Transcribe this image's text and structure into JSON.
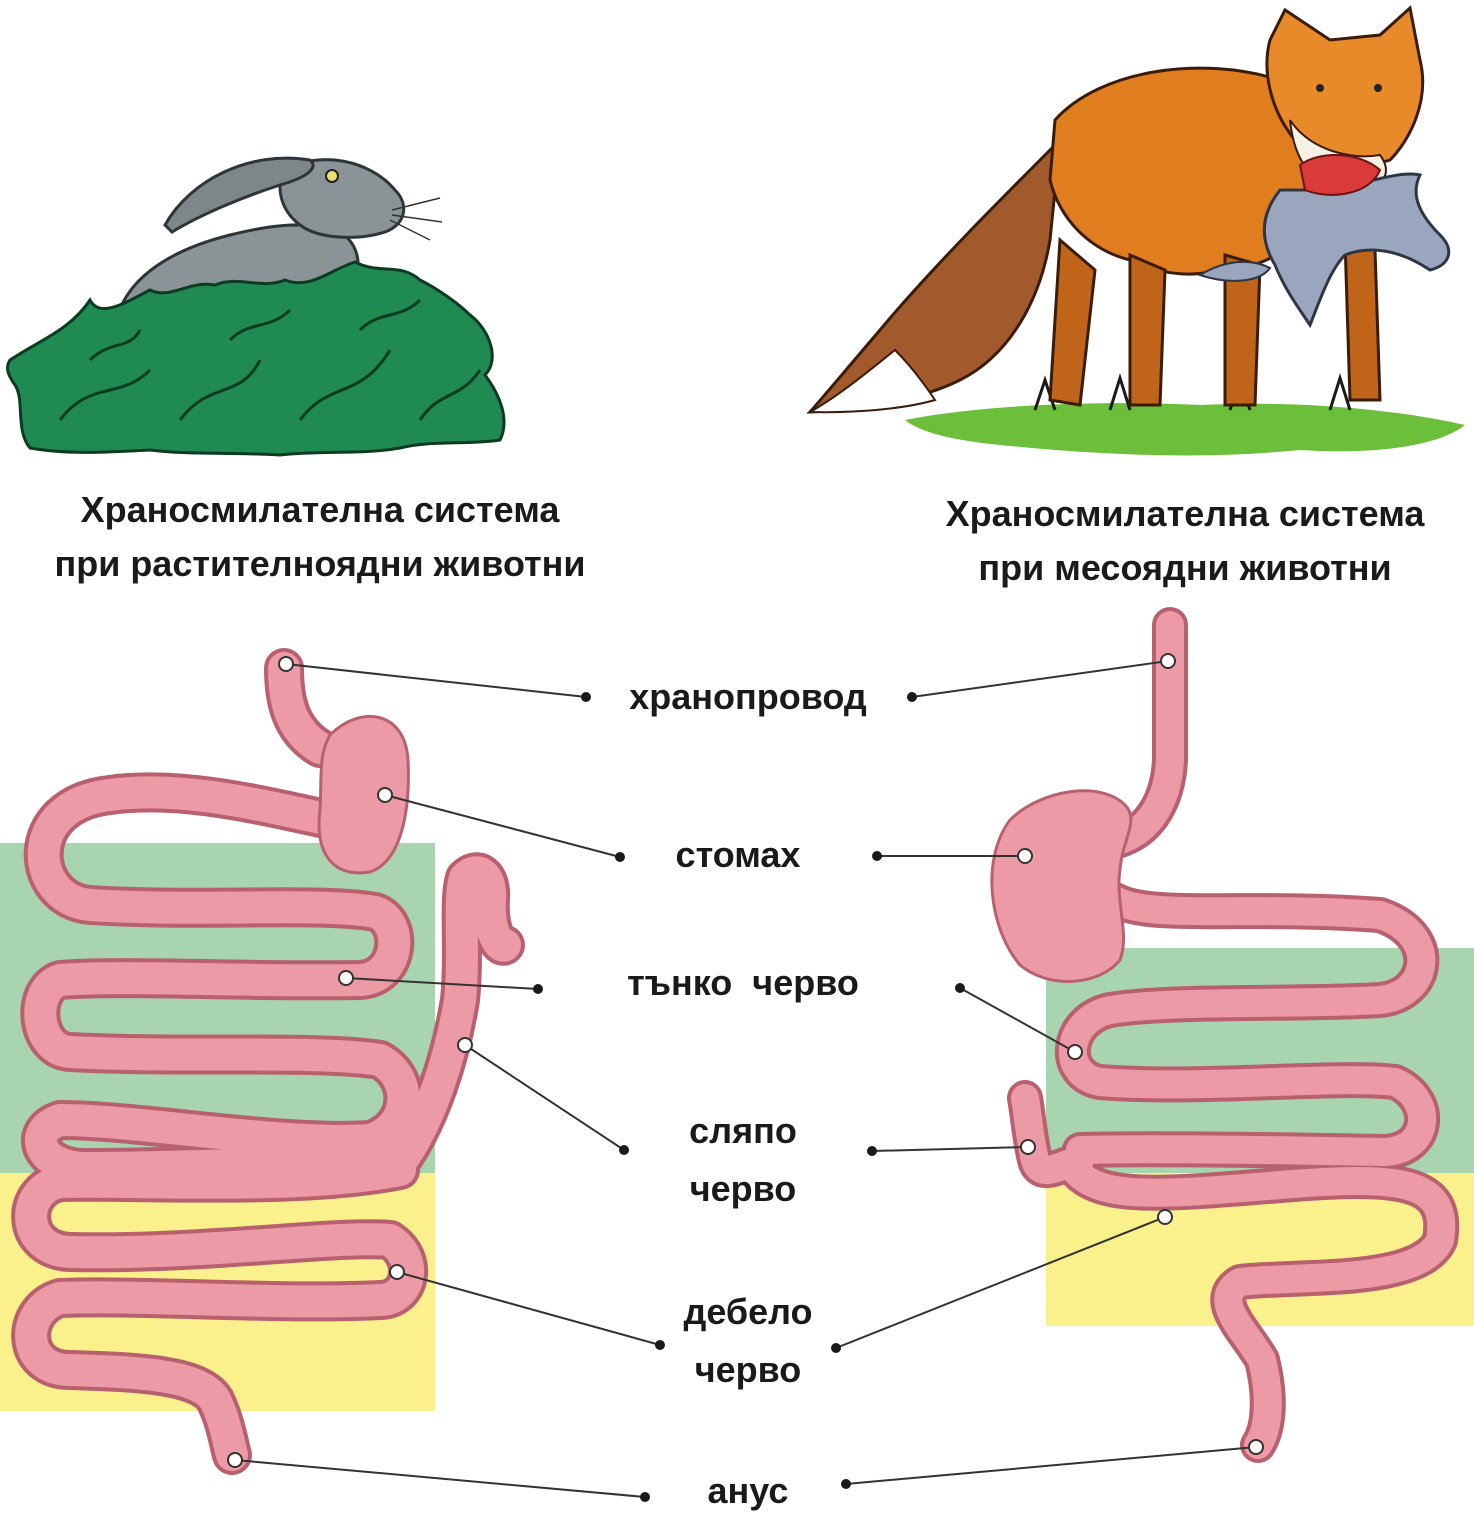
{
  "captions": {
    "herbivore": {
      "line1": "Храносмилателна система",
      "line2": "при растителноядни животни"
    },
    "carnivore": {
      "line1": "Храносмилателна система",
      "line2": "при месоядни животни"
    }
  },
  "labels": {
    "esophagus": "хранопровод",
    "stomach": "стомах",
    "small_intestine": "тънко  черво",
    "cecum": {
      "line1": "сляпо",
      "line2": "черво"
    },
    "large_intestine": {
      "line1": "дебело",
      "line2": "черво"
    },
    "anus": "анус"
  },
  "colors": {
    "organ_fill": "#ec9aa6",
    "organ_stroke": "#b8606f",
    "small_intestine_zone": "#a8d4b0",
    "large_intestine_zone": "#faf08c",
    "leader_line": "#333333",
    "hare_fur": "#8a9396",
    "plant_green": "#1f8a52",
    "fox_fur": "#e07d1f",
    "grass": "#6bbf3a"
  },
  "icons": {
    "herbivore_picture": "hare-in-grass-icon",
    "carnivore_picture": "fox-carrying-hare-icon"
  }
}
